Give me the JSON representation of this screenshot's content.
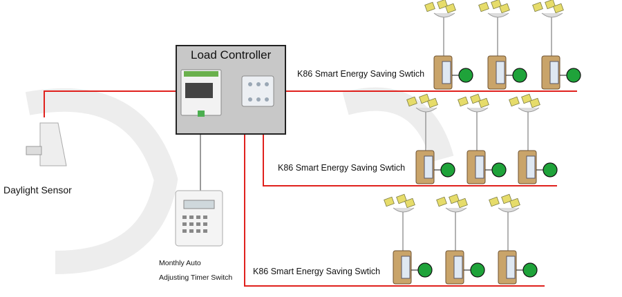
{
  "controller": {
    "title": "Load Controller"
  },
  "sensor": {
    "label": "Daylight Sensor"
  },
  "timer": {
    "line1": "Monthly Auto",
    "line2": "Adjusting Timer Switch"
  },
  "rows": [
    {
      "label": "K86 Smart Energy Saving Swtich",
      "lights": 3
    },
    {
      "label": "K86 Smart Energy Saving Swtich",
      "lights": 3
    },
    {
      "label": "K86 Smart Energy Saving Swtich",
      "lights": 3
    }
  ],
  "colors": {
    "power_line": "#e0201c",
    "control_line": "#333333",
    "controller_box": "#c8c8c8",
    "status_light": "#1fa33a",
    "lamp_panel": "#e6dc6a"
  }
}
